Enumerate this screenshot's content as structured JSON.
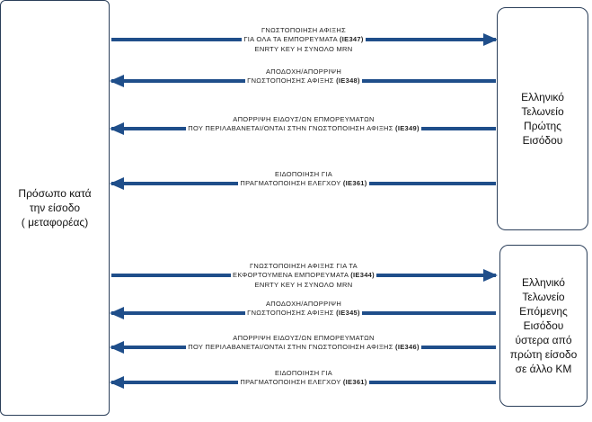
{
  "left_box": {
    "label": "Πρόσωπο κατά\nτην είσοδο\n( μεταφορέας)"
  },
  "right_box_1": {
    "label": "Ελληνικό\nΤελωνείο\nΠρώτης\nΕισόδου"
  },
  "right_box_2": {
    "label": "Ελληνικό\nΤελωνείο\nΕπόμενης\nΕισόδου\nύστερα από\nπρώτη είσοδο\nσε άλλο ΚΜ"
  },
  "messages": [
    {
      "lines": [
        "ΓΝΩΣΤΟΠΟΙΗΣΗ ΑΦΙΞΗΣ",
        "ΓΙΑ ΟΛΑ ΤΑ ΕΜΠΟΡΕΥΜΑΤΑ"
      ],
      "code": "(IE347)",
      "extra": "ENRTY KEY Η ΣΥΝΟΛΟ MRN",
      "direction": "right"
    },
    {
      "lines": [
        "ΑΠΟΔΟΧΗ/ΑΠΟΡΡΙΨΗ",
        "ΓΝΩΣΤΟΠΟΗΣΗΣ ΑΦΙΞΗΣ"
      ],
      "code": "(IE348)",
      "direction": "left"
    },
    {
      "lines": [
        "ΑΠΟΡΡΙΨΗ ΕΙΔΟΥΣ/ΩΝ ΕΠΜΟΡΕΥΜΑΤΩΝ",
        "ΠΟΥ ΠΕΡΙΛΑΒΑΝΕΤΑΙ/ΟΝΤΑΙ ΣΤΗΝ ΓΝΩΣΤΟΠΟΙΗΣΗ ΑΦΙΞΗΣ"
      ],
      "code": "(IE349)",
      "direction": "left"
    },
    {
      "lines": [
        "ΕΙΔΟΠΟΙΗΣΗ ΓΙΑ",
        "ΠΡΑΓΜΑΤΟΠΟΙΗΣΗ ΕΛΕΓΧΟΥ "
      ],
      "code": "(IE361)",
      "direction": "left"
    },
    {
      "lines": [
        "ΓΝΩΣΤΟΠΟΙΗΣΗ ΑΦΙΞΗΣ ΓΙΑ ΤΑ",
        "ΕΚΦΟΡΤΟΥΜΕΝΑ ΕΜΠΟΡΕΥΜΑΤΑ"
      ],
      "code": "(IE344)",
      "extra": "ENRTY KEY Η ΣΥΝΟΛΟ MRN",
      "direction": "right"
    },
    {
      "lines": [
        "ΑΠΟΔΟΧΗ/ΑΠΟΡΡΙΨΗ",
        "ΓΝΩΣΤΟΠΟΗΣΗΣ ΑΦΙΞΗΣ"
      ],
      "code": "(IE345)",
      "direction": "left"
    },
    {
      "lines": [
        "ΑΠΟΡΡΙΨΗ ΕΙΔΟΥΣ/ΩΝ ΕΠΜΟΡΕΥΜΑΤΩΝ",
        "ΠΟΥ ΠΕΡΙΛΑΒΑΝΕΤΑΙ/ΟΝΤΑΙ ΣΤΗΝ ΓΝΩΣΤΟΠΟΙΗΣΗ ΑΦΙΞΗΣ"
      ],
      "code": "(IE346)",
      "direction": "left"
    },
    {
      "lines": [
        "ΕΙΔΟΠΟΙΗΣΗ ΓΙΑ",
        "ΠΡΑΓΜΑΤΟΠΟΙΗΣΗ ΕΛΕΓΧΟΥ "
      ],
      "code": "(IE361)",
      "direction": "left"
    }
  ]
}
